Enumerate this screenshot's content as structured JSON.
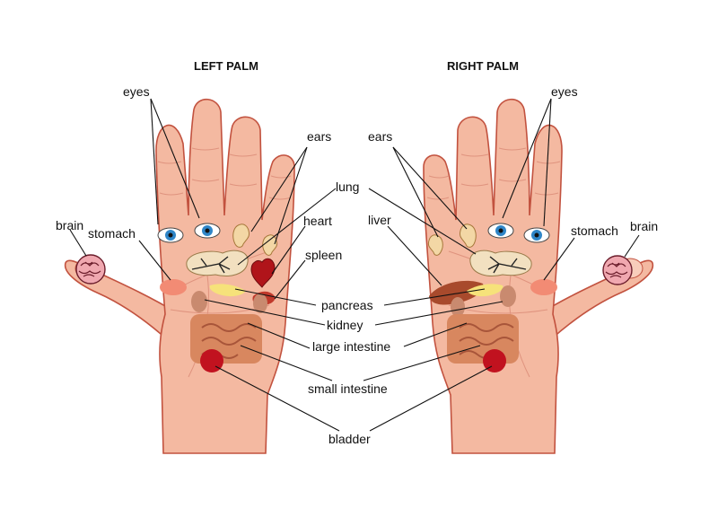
{
  "titles": {
    "left": "LEFT PALM",
    "right": "RIGHT PALM"
  },
  "labels": {
    "eyes": "eyes",
    "ears": "ears",
    "lung": "lung",
    "heart": "heart",
    "spleen": "spleen",
    "liver": "liver",
    "brain": "brain",
    "stomach": "stomach",
    "pancreas": "pancreas",
    "kidney": "kidney",
    "large_intestine": "large intestine",
    "small_intestine": "small intestine",
    "bladder": "bladder"
  },
  "colors": {
    "skin": "#f4b9a1",
    "outline": "#c2523f",
    "eye_iris": "#2f86c8",
    "ear": "#f3d7a5",
    "lung": "#f2e0c0",
    "heart": "#b0141a",
    "spleen": "#c0392b",
    "liver": "#a84a2c",
    "stomach": "#f28b74",
    "pancreas": "#f6e27a",
    "kidney": "#c98a6f",
    "intestine": "#d8875f",
    "bladder": "#c1121f",
    "brain": "#f0a8b0"
  }
}
